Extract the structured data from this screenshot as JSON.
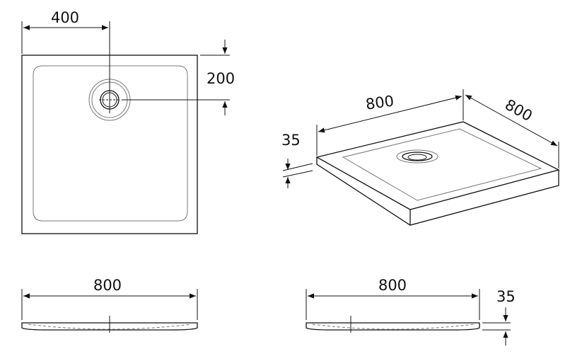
{
  "drawing": {
    "top_view": {
      "drain_offset_x": "400",
      "drain_offset_y": "200"
    },
    "iso_view": {
      "length": "800",
      "width": "800",
      "height": "35"
    },
    "front_view": {
      "length": "800"
    },
    "side_view": {
      "length": "800",
      "height": "35"
    }
  }
}
